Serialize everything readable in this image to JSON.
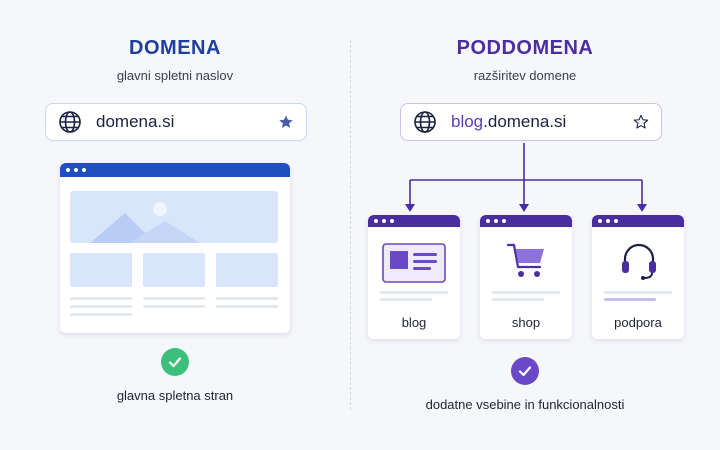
{
  "left": {
    "title": "DOMENA",
    "subtitle": "glavni spletni naslov",
    "url": "domena.si",
    "caption": "glavna spletna stran"
  },
  "right": {
    "title": "PODDOMENA",
    "subtitle": "razširitev domene",
    "url_prefix": "blog",
    "url_suffix": ".domena.si",
    "cards": [
      {
        "label": "blog"
      },
      {
        "label": "shop"
      },
      {
        "label": "podpora"
      }
    ],
    "caption": "dodatne vsebine in funkcionalnosti"
  },
  "colors": {
    "domain_accent": "#1f3f9e",
    "subdomain_accent": "#4a2ea0",
    "check_green": "#3bbf7a",
    "check_purple": "#6a48c6",
    "placeholder_blue": "#d9e5fb"
  },
  "icons": {
    "url_icon": "globe-icon",
    "bookmark": "star-icon",
    "shop": "cart-icon",
    "support": "headset-icon"
  }
}
